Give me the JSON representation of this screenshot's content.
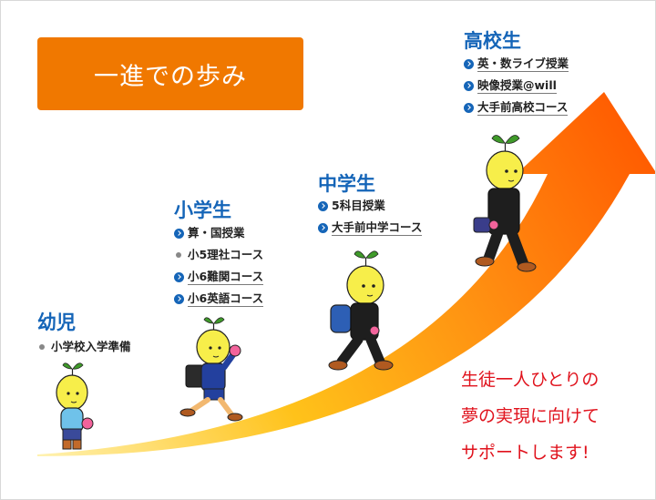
{
  "banner": {
    "title": "一進での歩み"
  },
  "stages": {
    "kindergarten": {
      "title": "幼児",
      "items": [
        "小学校入学準備"
      ]
    },
    "elementary": {
      "title": "小学生",
      "items": [
        "算・国授業",
        "小5理社コース",
        "小6難関コース",
        "小6英語コース"
      ]
    },
    "junior_high": {
      "title": "中学生",
      "items": [
        "5科目授業",
        "大手前中学コース"
      ]
    },
    "high_school": {
      "title": "高校生",
      "items": [
        "英・数ライブ授業",
        "映像授業@will",
        "大手前高校コース"
      ]
    }
  },
  "message": {
    "lines": [
      "生徒一人ひとりの",
      "夢の実現に向けて",
      "サポートします!"
    ]
  },
  "colors": {
    "accent_orange": "#f07800",
    "title_blue": "#1565b8",
    "message_red": "#e0121c"
  }
}
